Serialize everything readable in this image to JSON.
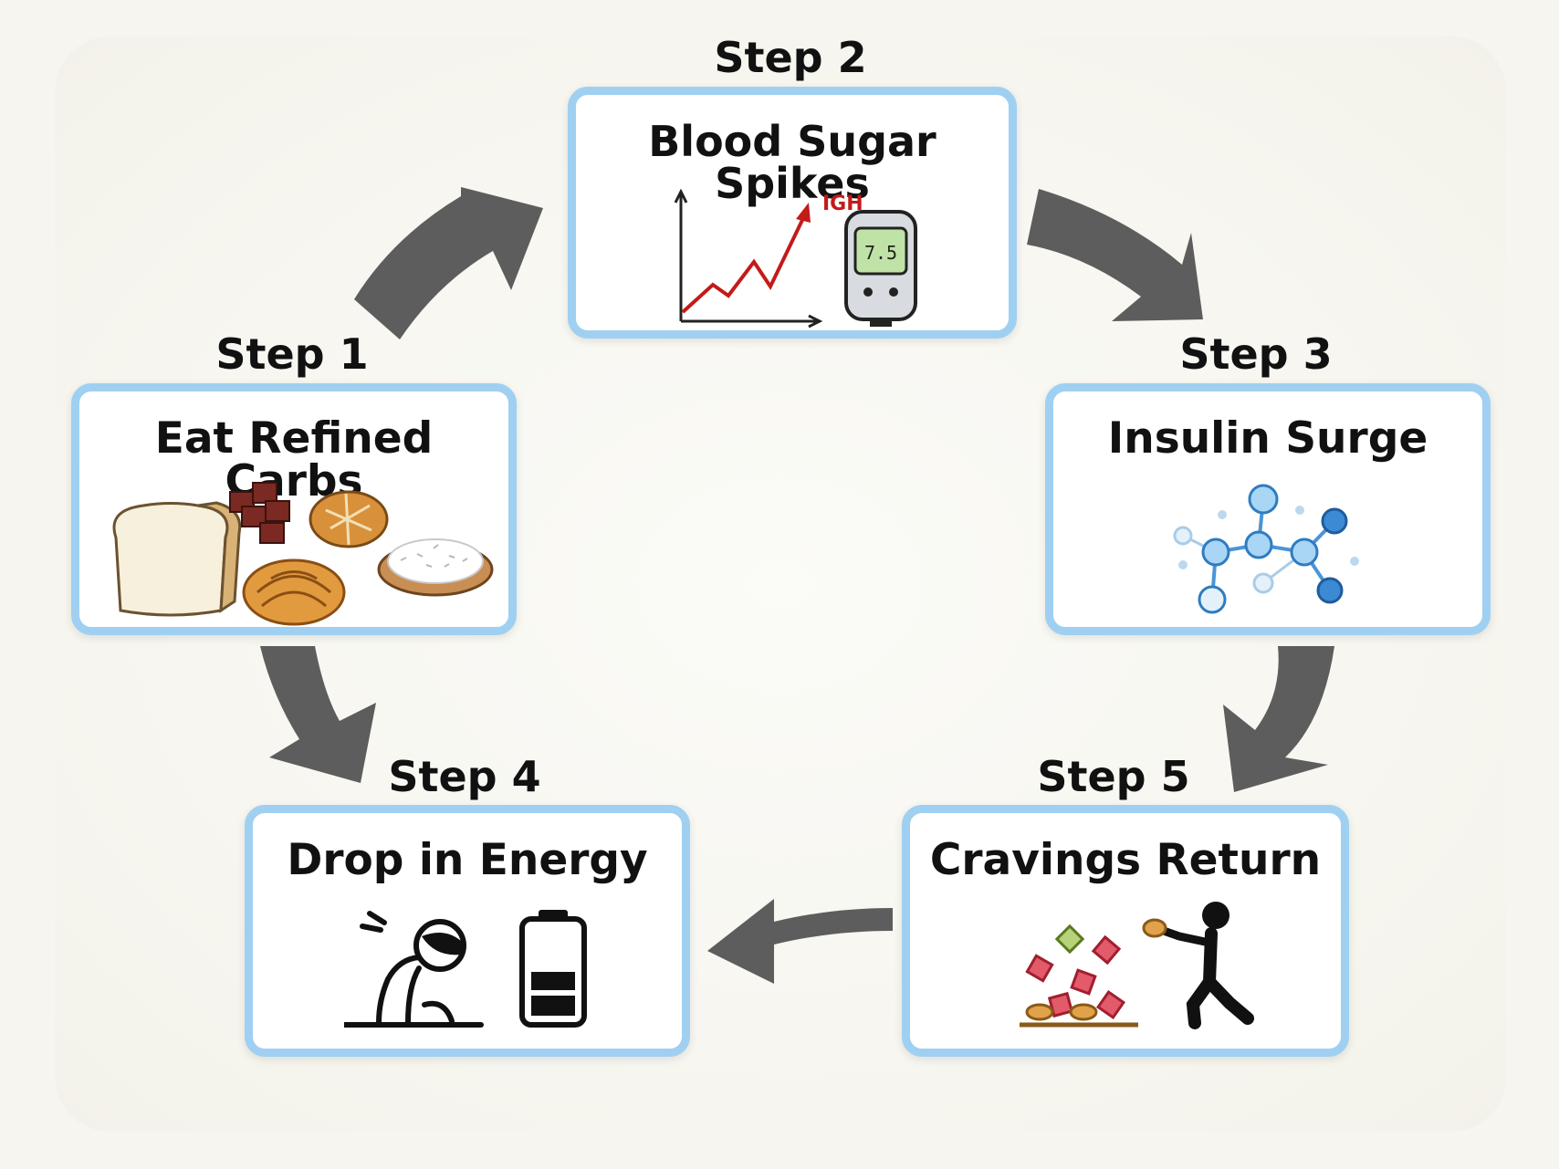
{
  "steps": [
    {
      "label": "Step 1",
      "title": "Eat Refined Carbs"
    },
    {
      "label": "Step 2",
      "title": "Blood Sugar Spikes",
      "chart_tag": "IGH",
      "meter_reading": "7.5"
    },
    {
      "label": "Step 3",
      "title": "Insulin Surge"
    },
    {
      "label": "Step 4",
      "title": "Drop in Energy"
    },
    {
      "label": "Step 5",
      "title": "Cravings Return"
    }
  ],
  "colors": {
    "card_border": "#9fd0f2",
    "arrow": "#5d5d5d",
    "spike_line": "#c41a1a",
    "molecule": "#4a95d6"
  },
  "icons": [
    "bread-icon",
    "brownie-icon",
    "bun-icon",
    "croissant-icon",
    "rice-bowl-icon",
    "rising-chart-icon",
    "glucose-meter-icon",
    "molecule-icon",
    "tired-person-icon",
    "low-battery-icon",
    "candies-icon",
    "reaching-person-icon"
  ]
}
